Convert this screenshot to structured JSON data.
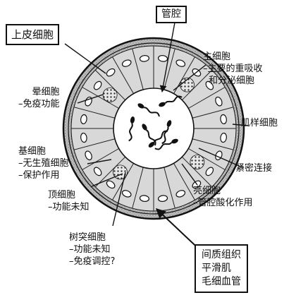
{
  "lumen_label": "管腔",
  "epithelium_label": "上皮细胞",
  "principal_cell": {
    "name": "主细胞",
    "desc1": "–主要的重吸收",
    "desc2": "和分泌细胞"
  },
  "halo_cell": {
    "name": "晕细胞",
    "desc": "–免疫功能"
  },
  "myoid_cell": {
    "name": "肌样细胞"
  },
  "basal_cell": {
    "name": "基细胞",
    "desc1": "–无生殖细胞",
    "desc2": "–保护作用"
  },
  "tight_junction": {
    "name": "紧密连接"
  },
  "apical_cell": {
    "name": "顶细胞",
    "desc": "–功能未知"
  },
  "clear_cell": {
    "name": "亮细胞",
    "desc": "–管腔酸化作用"
  },
  "dendritic_cell": {
    "name": "树突细胞",
    "desc1": "–功能未知",
    "desc2": "–免疫调控?"
  },
  "interstitium": {
    "line1": "间质组织",
    "line2": "平滑肌",
    "line3": "毛细血管"
  }
}
